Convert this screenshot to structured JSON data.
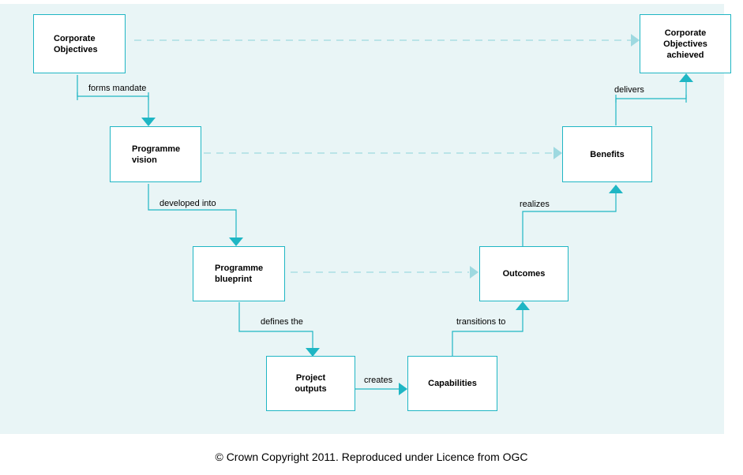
{
  "colors": {
    "background": "#e9f5f6",
    "accent": "#1fb6c4",
    "dashed": "#9ed9e0",
    "text": "#000000"
  },
  "nodes": {
    "corporate_objectives": "Corporate\nObjectives",
    "programme_vision": "Programme\nvision",
    "programme_blueprint": "Programme\nblueprint",
    "project_outputs": "Project\noutputs",
    "capabilities": "Capabilities",
    "outcomes": "Outcomes",
    "benefits": "Benefits",
    "corporate_objectives_achieved": "Corporate\nObjectives\nachieved"
  },
  "edges": {
    "forms_mandate": "forms mandate",
    "developed_into": "developed into",
    "defines_the": "defines the",
    "creates": "creates",
    "transitions_to": "transitions to",
    "realizes": "realizes",
    "delivers": "delivers"
  },
  "footer": "© Crown Copyright 2011. Reproduced under Licence from OGC"
}
